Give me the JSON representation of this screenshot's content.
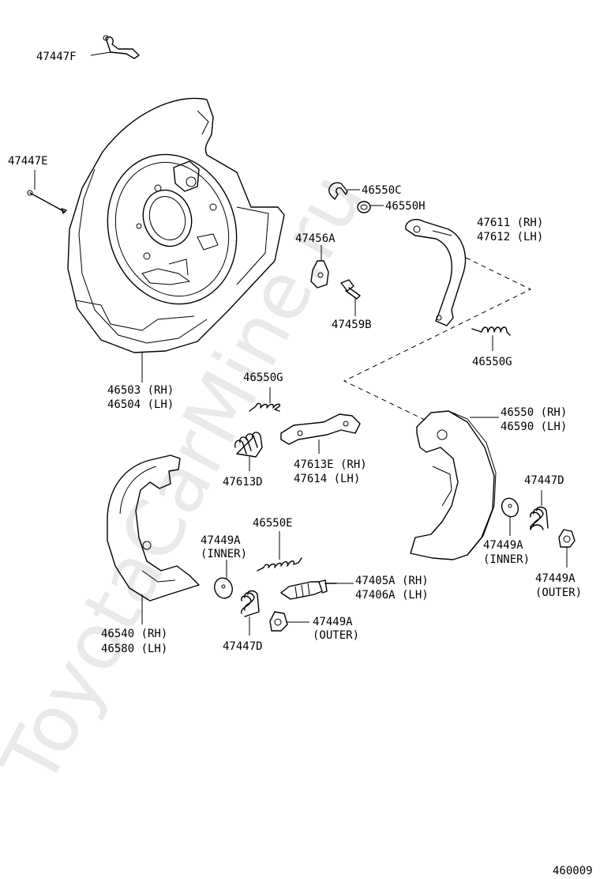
{
  "watermark": "ToyotaCarMine.ru",
  "diagram_code": "460009",
  "labels": {
    "p47447F": "47447F",
    "p47447E": "47447E",
    "p46550C": "46550C",
    "p46550H": "46550H",
    "p47456A": "47456A",
    "p47459B": "47459B",
    "p47611": "47611 (RH)",
    "p47612": "47612 (LH)",
    "p46550G_r": "46550G",
    "p46503": "46503 (RH)",
    "p46504": "46504 (LH)",
    "p46550G_c": "46550G",
    "p46550": "46550 (RH)",
    "p46590": "46590 (LH)",
    "p47613E": "47613E (RH)",
    "p47614": "47614  (LH)",
    "p47613D": "47613D",
    "p47447D_r": "47447D",
    "p46550E": "46550E",
    "p47449A_il": "47449A",
    "inner_l": "(INNER)",
    "p47449A_ir": "47449A",
    "inner_r": "(INNER)",
    "p47449A_or": "47449A",
    "outer_r": "(OUTER)",
    "p47405A": "47405A (RH)",
    "p47406A": "47406A (LH)",
    "p47449A_oc": "47449A",
    "outer_c": "(OUTER)",
    "p47447D_c": "47447D",
    "p46540": "46540 (RH)",
    "p46580": "46580 (LH)"
  }
}
